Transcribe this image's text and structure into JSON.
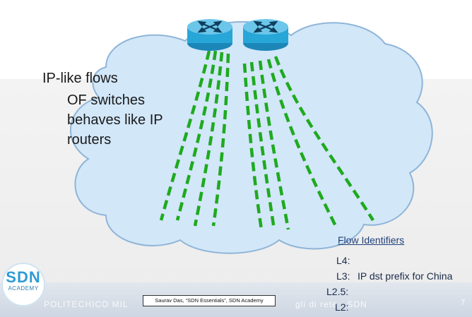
{
  "main": {
    "heading": "IP-like flows",
    "sub_lines": [
      "OF switches",
      "behaves like IP",
      "routers"
    ]
  },
  "flow_identifiers": {
    "title": "Flow Identifiers",
    "rows": [
      {
        "label": "L4:",
        "value": ""
      },
      {
        "label": "L3:",
        "value": "IP dst prefix for China"
      },
      {
        "label": "L2.5:",
        "value": ""
      },
      {
        "label": "L2:",
        "value": ""
      }
    ]
  },
  "footer": {
    "citation": "Saurav Das, “SDN Essentials”, SDN Academy",
    "logo_big": "SDN",
    "logo_small": "ACADEMY",
    "faint_left": "POLITECHICO MIL",
    "faint_right": "gli di rete - SDN",
    "page_number": "7"
  },
  "colors": {
    "cloud_fill": "#d2e7f8",
    "cloud_stroke": "#8fb5d8",
    "flow_dash": "#1faa1f",
    "router_body": "#27a6d8"
  }
}
